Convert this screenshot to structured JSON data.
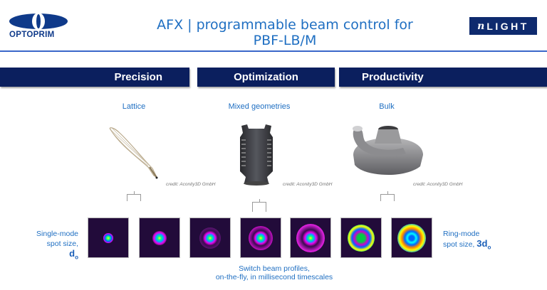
{
  "header": {
    "left_logo": {
      "icon": "optoprim-eye-logo",
      "text": "OPTOPRIM",
      "color": "#0f3a8a"
    },
    "title": "AFX | programmable beam control for PBF-LB/M",
    "right_logo": {
      "prefix": "n",
      "text": "LIGHT",
      "bg_color": "#0e2a6e"
    },
    "rule_color": "#3a67c9"
  },
  "bands": [
    {
      "label": "Precision"
    },
    {
      "label": "Optimization"
    },
    {
      "label": "Productivity"
    }
  ],
  "band_color": "#0b1f5e",
  "categories": [
    {
      "label": "Lattice",
      "image": "lattice-part-image",
      "credit": "credit: Aconity3D GmbH"
    },
    {
      "label": "Mixed geometries",
      "image": "mixed-geometry-part-image",
      "credit": "credit: Aconity3D GmbH"
    },
    {
      "label": "Bulk",
      "image": "bulk-part-image",
      "credit": "credit: Aconity3D GmbH"
    }
  ],
  "beam_profiles": [
    {
      "name": "single-mode-1"
    },
    {
      "name": "single-mode-2"
    },
    {
      "name": "transition-1"
    },
    {
      "name": "transition-2"
    },
    {
      "name": "transition-3"
    },
    {
      "name": "ring-mode-1"
    },
    {
      "name": "ring-mode-2"
    }
  ],
  "left_label": {
    "line1": "Single-mode",
    "line2": "spot size, ",
    "symbol": "d",
    "sub": "o"
  },
  "right_label": {
    "line1": "Ring-mode",
    "line2": "spot size, ",
    "symbol": "3d",
    "sub": "o"
  },
  "caption": {
    "line1": "Switch beam profiles,",
    "line2": "on-the-fly, in millisecond timescales"
  },
  "text_color": "#1f6fc2"
}
